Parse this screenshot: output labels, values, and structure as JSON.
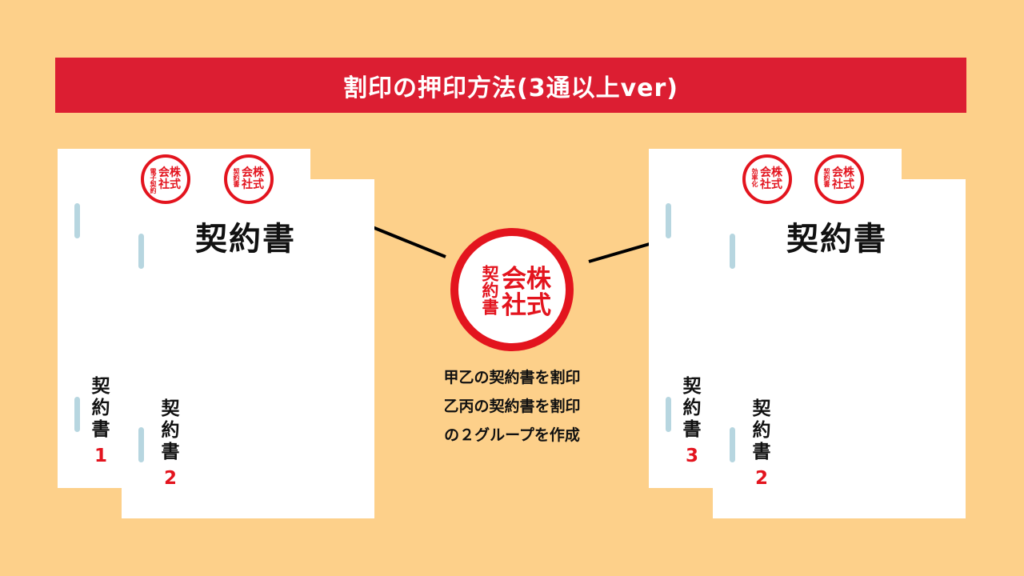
{
  "banner": {
    "title": "割印の押印方法(3通以上ver)"
  },
  "document_title": "契約書",
  "left_group": {
    "back_doc": {
      "label": [
        "契",
        "約",
        "書"
      ],
      "number": "1"
    },
    "front_doc": {
      "label": [
        "契",
        "約",
        "書"
      ],
      "number": "2"
    },
    "seals": [
      {
        "side": "電子契約",
        "main": [
          "会",
          "株",
          "社",
          "式"
        ]
      },
      {
        "side": "契約書",
        "main": [
          "会",
          "株",
          "社",
          "式"
        ]
      }
    ]
  },
  "right_group": {
    "back_doc": {
      "label": [
        "契",
        "約",
        "書"
      ],
      "number": "3"
    },
    "front_doc": {
      "label": [
        "契",
        "約",
        "書"
      ],
      "number": "2"
    },
    "seals": [
      {
        "side": "効率化",
        "main": [
          "会",
          "株",
          "社",
          "式"
        ]
      },
      {
        "side": "契約書",
        "main": [
          "会",
          "株",
          "社",
          "式"
        ]
      }
    ]
  },
  "center_seal": {
    "side": "契約書",
    "main": [
      "会",
      "株",
      "社",
      "式"
    ]
  },
  "caption": {
    "line1": "甲乙の契約書を割印",
    "line2": "乙丙の契約書を割印",
    "line3": "の２グループを作成"
  },
  "colors": {
    "background": "#fdd08a",
    "accent": "#dc1e32",
    "seal": "#e3141e",
    "hole": "#b7d6e0"
  }
}
